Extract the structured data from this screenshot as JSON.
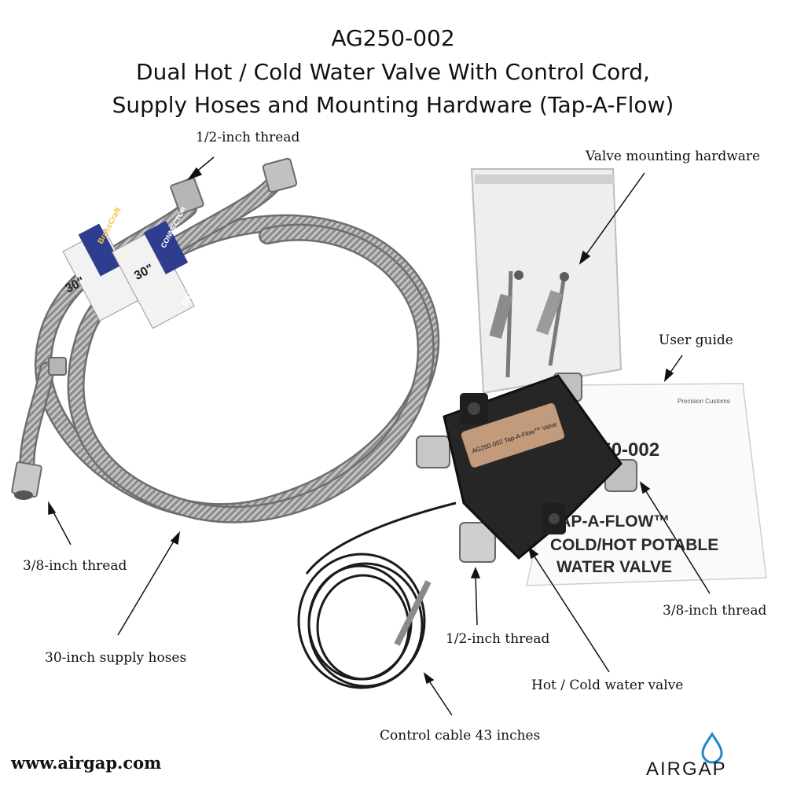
{
  "title": {
    "line1": "AG250-002",
    "line2": "Dual Hot / Cold Water Valve With Control Cord,",
    "line3": "Supply Hoses and Mounting Hardware (Tap-A-Flow)"
  },
  "labels": {
    "half_inch_thread_top": "1/2-inch thread",
    "mounting_hardware": "Valve mounting hardware",
    "user_guide": "User guide",
    "three_eighths_thread_left": "3/8-inch thread",
    "supply_hoses": "30-inch supply hoses",
    "three_eighths_thread_right": "3/8-inch thread",
    "half_inch_thread_bottom": "1/2-inch thread",
    "valve": "Hot / Cold water valve",
    "control_cable": "Control cable 43 inches"
  },
  "guide_text": {
    "model": "AG250-002",
    "line1": "TAP-A-FLOW™",
    "line2": "COLD/HOT POTABLE",
    "line3": "WATER VALVE",
    "company": "Precision Customs"
  },
  "valve_label": "AG250-002 Tap-A-Flow™ Valve",
  "hose_tags": {
    "brand": "BrassCraft",
    "connector": "CONNECTOR",
    "length": "30\"",
    "faucet": "FAUCET"
  },
  "footer": {
    "website": "www.airgap.com",
    "logo": "AIRGAP"
  },
  "colors": {
    "accent": "#1e88c8",
    "text": "#111111"
  }
}
